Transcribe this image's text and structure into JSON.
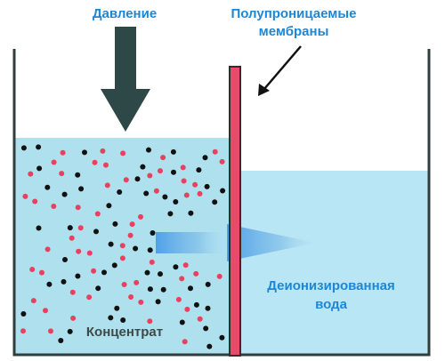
{
  "labels": {
    "pressure": "Давление",
    "membrane_line1": "Полупроницаемые",
    "membrane_line2": "мембраны",
    "deionized_line1": "Деионизированная",
    "deionized_line2": "вода",
    "concentrate": "Концентрат"
  },
  "colors": {
    "left_water": "#aee0ee",
    "right_water": "#b9e6f5",
    "membrane": "#e84b6a",
    "membrane_stroke": "#2f2f2f",
    "container": "#2f3d3d",
    "pressure_arrow": "#2e4747",
    "flow_arrow": "#5aa9e6",
    "particle_red": "#e8405f",
    "particle_black": "#111111",
    "label_blue": "#1c87d6",
    "label_dark": "#3d4a4a"
  },
  "icons": [
    "pressure-arrow-icon",
    "membrane-pointer-arrow-icon",
    "water-flow-arrow-icon"
  ]
}
